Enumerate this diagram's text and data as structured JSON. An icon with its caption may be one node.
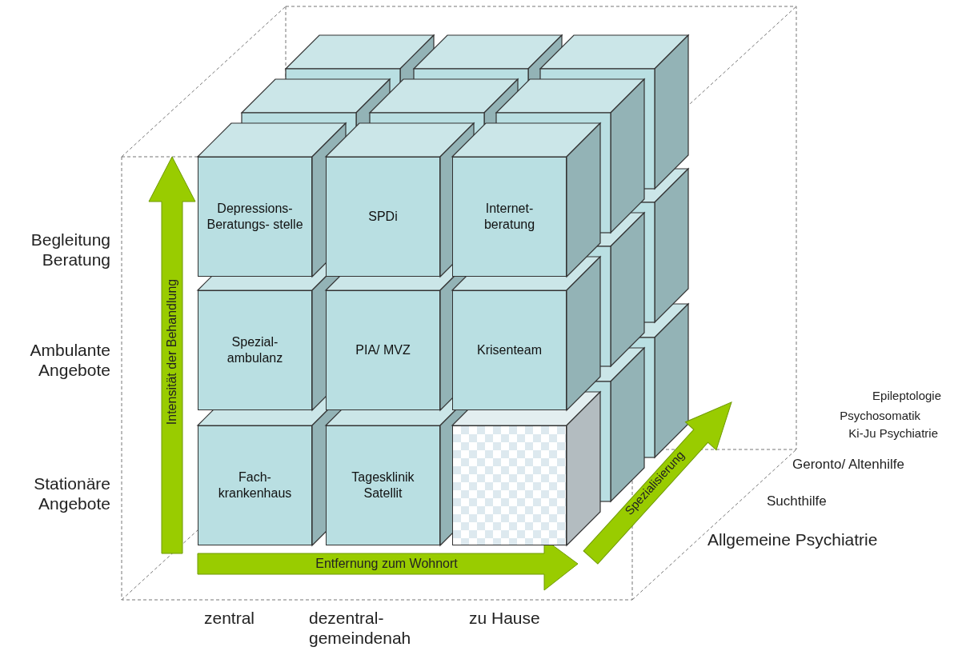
{
  "diagram": {
    "nodes": [
      {
        "text": [
          "Depressions- Beratungs- stelle"
        ]
      },
      {
        "text": [
          "SPDi"
        ]
      },
      {
        "text": [
          "Internet- beratung"
        ]
      },
      {
        "text": [
          "Spezial- ambulanz"
        ]
      },
      {
        "text": [
          "PIA/ MVZ"
        ]
      },
      {
        "text": [
          "Krisenteam"
        ]
      },
      {
        "text": [
          "Fach- krankenhaus"
        ]
      },
      {
        "text": [
          "Tagesklinik Satellit"
        ]
      },
      {
        "text": [],
        "shape": "box"
      }
    ],
    "labels": [
      "Begleitung Beratung",
      "Ambulante Angebote",
      "Stationäre Angebote",
      "Intensität der Behandlung",
      "Entfernung zum Wohnort",
      "Spezialisierung",
      "Epileptologie",
      "Psychosomatik",
      "Ki-Ju Psychiatrie",
      "Geronto/ Altenhilfe",
      "Suchthilfe",
      "Allgemeine Psychiatrie",
      "zentral",
      "dezentral- gemeindenah",
      "zu Hause"
    ]
  }
}
